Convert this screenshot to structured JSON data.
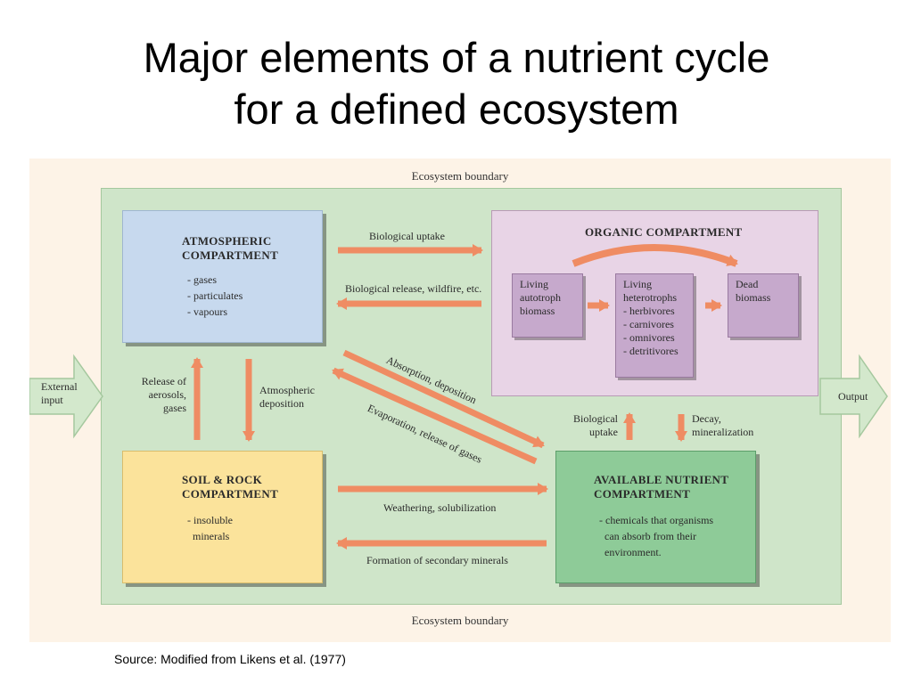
{
  "title": {
    "line1": "Major elements of a nutrient cycle",
    "line2": "for a defined ecosystem"
  },
  "diagram": {
    "boundary_top": "Ecosystem boundary",
    "boundary_bottom": "Ecosystem boundary",
    "external_input": "External\ninput",
    "output": "Output",
    "atmospheric": {
      "title": "ATMOSPHERIC\nCOMPARTMENT",
      "items": [
        "- gases",
        "- particulates",
        "- vapours"
      ]
    },
    "organic": {
      "title": "ORGANIC COMPARTMENT",
      "living_autotroph": "Living\nautotroph\nbiomass",
      "living_heterotrophs": "Living\nheterotrophs\n  - herbivores\n  - carnivores\n  - omnivores\n  - detritivores",
      "dead_biomass": "Dead\nbiomass"
    },
    "soil": {
      "title": "SOIL & ROCK\nCOMPARTMENT",
      "items": [
        "- insoluble",
        "  minerals"
      ]
    },
    "available": {
      "title": "AVAILABLE NUTRIENT\nCOMPARTMENT",
      "items": [
        "- chemicals that organisms",
        "  can absorb from their",
        "  environment."
      ]
    },
    "flows": {
      "biological_uptake_top": "Biological uptake",
      "biological_release": "Biological release, wildfire, etc.",
      "release_aerosols": "Release of\naerosols,\ngases",
      "atmospheric_deposition": "Atmospheric\ndeposition",
      "absorption_deposition": "Absorption, deposition",
      "evaporation_release": "Evaporation, release of gases",
      "biological_uptake_right": "Biological\nuptake",
      "decay_mineralization": "Decay,\nmineralization",
      "weathering": "Weathering, solubilization",
      "formation_secondary": "Formation of secondary minerals"
    }
  },
  "source": "Source: Modified from Likens et al. (1977)",
  "colors": {
    "arrow": "#ef8c63",
    "boundary_fill": "#cfe5c9",
    "atmospheric_fill": "#c7d9ee",
    "soil_fill": "#fbe39b",
    "available_fill": "#8ecb98",
    "organic_fill": "#e8d4e6",
    "sub_box_fill": "#c6a9cc"
  }
}
